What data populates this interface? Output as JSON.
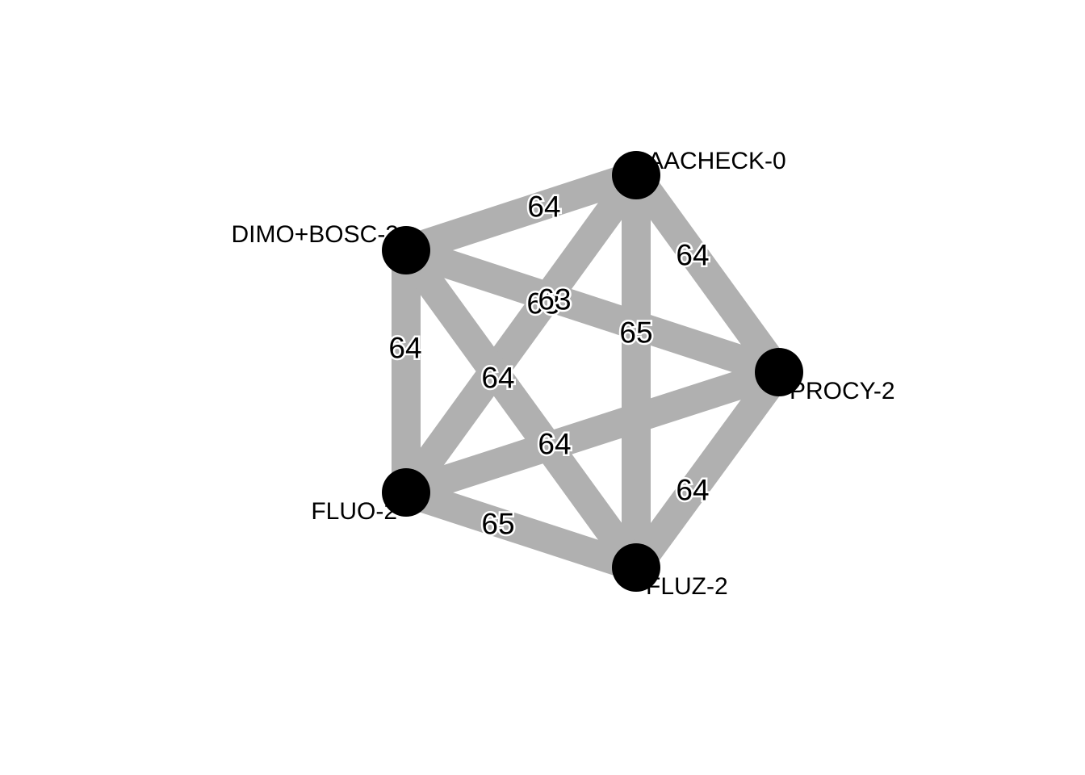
{
  "diagram": {
    "nodes": [
      {
        "id": "n1",
        "label": "AACHECK-0"
      },
      {
        "id": "n2",
        "label": "DIMO+BOSC-2"
      },
      {
        "id": "n3",
        "label": "PROCY-2"
      },
      {
        "id": "n4",
        "label": "FLUO-2"
      },
      {
        "id": "n5",
        "label": "FLUZ-2"
      }
    ],
    "edges": [
      {
        "from": "n1",
        "to": "n2",
        "label": "64"
      },
      {
        "from": "n1",
        "to": "n3",
        "label": "64"
      },
      {
        "from": "n1",
        "to": "n4",
        "label": "63"
      },
      {
        "from": "n1",
        "to": "n5",
        "label": "65"
      },
      {
        "from": "n2",
        "to": "n3",
        "label": "63"
      },
      {
        "from": "n2",
        "to": "n4",
        "label": "64"
      },
      {
        "from": "n2",
        "to": "n5",
        "label": "64"
      },
      {
        "from": "n3",
        "to": "n4",
        "label": "64"
      },
      {
        "from": "n3",
        "to": "n5",
        "label": "64"
      },
      {
        "from": "n4",
        "to": "n5",
        "label": "65"
      }
    ],
    "colors": {
      "edge": "#b0b0b0",
      "node": "#000000",
      "background": "#ffffff"
    }
  }
}
